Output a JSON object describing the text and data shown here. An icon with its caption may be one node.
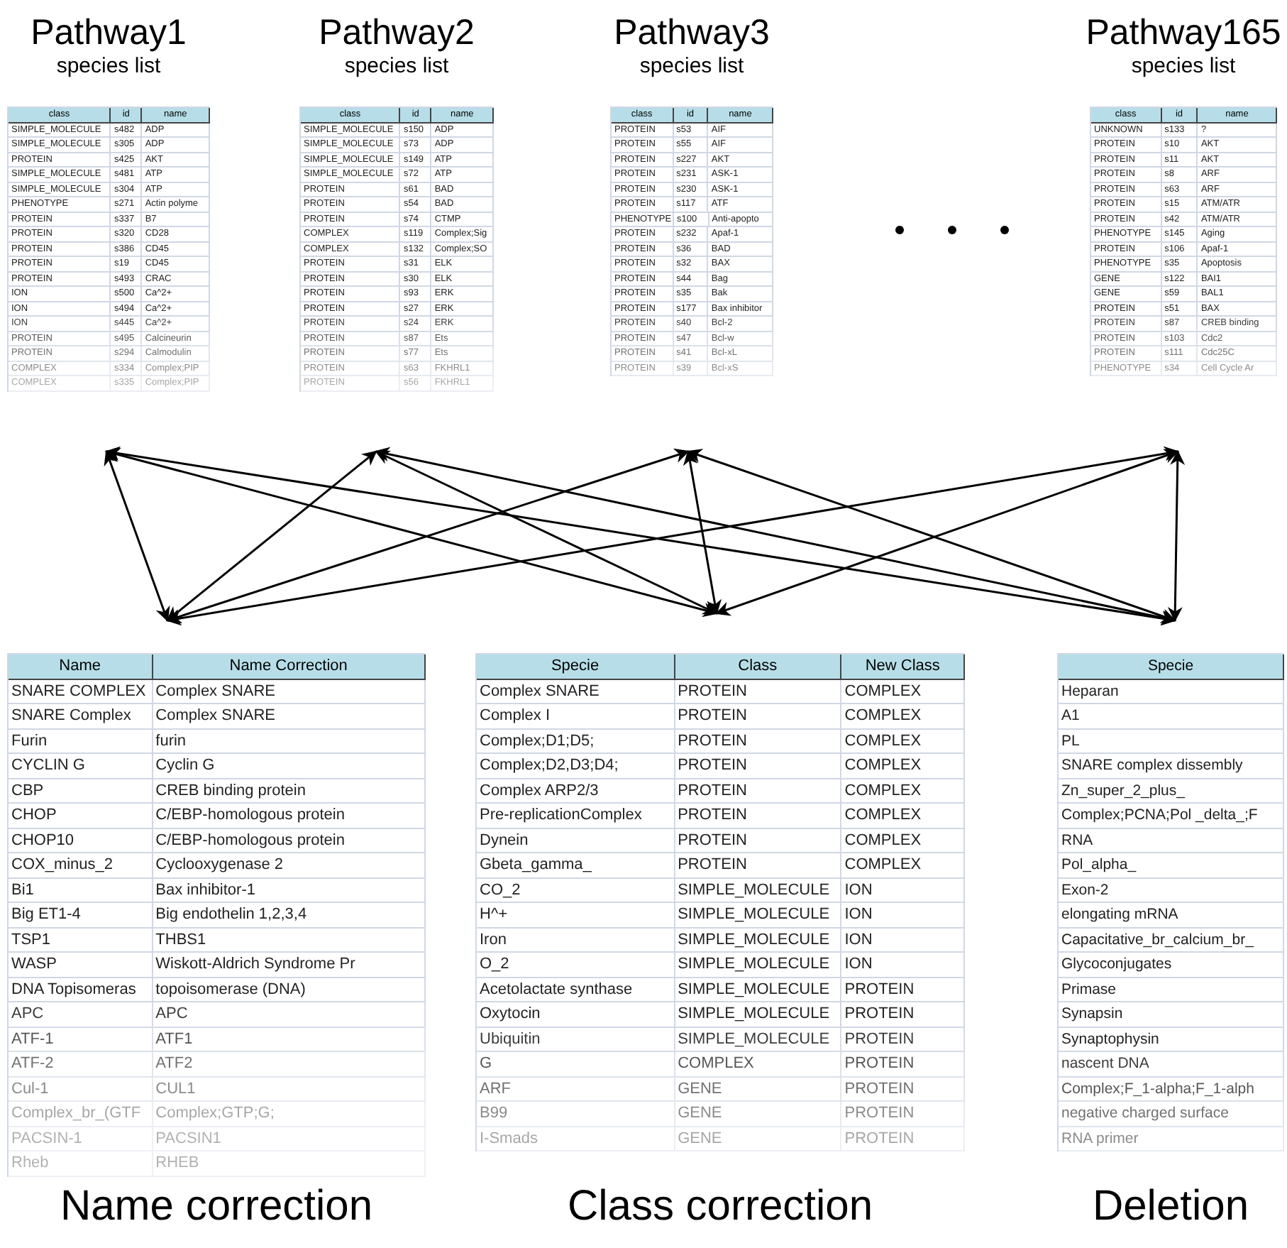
{
  "diagram": {
    "nodes": [
      {
        "text": [
          "Pathway1",
          "species list",
          "class",
          "id",
          "name",
          "SIMPLE_MOLECULE",
          "s482",
          "ADP",
          "SIMPLE_MOLECULE",
          "s305",
          "ADP",
          "PROTEIN",
          "s425",
          "AKT",
          "SIMPLE_MOLECULE",
          "s481",
          "ATP",
          "SIMPLE_MOLECULE",
          "s304",
          "ATP",
          "PHENOTYPE",
          "s271",
          "Actin polyme",
          "PROTEIN",
          "s337",
          "B7",
          "PROTEIN",
          "s320",
          "CD28",
          "PROTEIN",
          "s386",
          "CD45",
          "PROTEIN",
          "s19",
          "CD45",
          "PROTEIN",
          "s493",
          "CRAC",
          "ION",
          "s500",
          "Ca^2+",
          "ION",
          "s494",
          "Ca^2+",
          "ION",
          "s445",
          "Ca^2+",
          "PROTEIN",
          "s495",
          "Calcineurin",
          "PROTEIN",
          "s294",
          "Calmodulin",
          "COMPLEX",
          "s334",
          "Complex;PIP",
          "COMPLEX",
          "s335",
          "Complex;PIP"
        ]
      },
      {
        "text": [
          "Pathway2",
          "species list",
          "class",
          "id",
          "name",
          "SIMPLE_MOLECULE",
          "s150",
          "ADP",
          "SIMPLE_MOLECULE",
          "s73",
          "ADP",
          "SIMPLE_MOLECULE",
          "s149",
          "ATP",
          "SIMPLE_MOLECULE",
          "s72",
          "ATP",
          "PROTEIN",
          "s61",
          "BAD",
          "PROTEIN",
          "s54",
          "BAD",
          "PROTEIN",
          "s74",
          "CTMP",
          "COMPLEX",
          "s119",
          "Complex;Sig",
          "COMPLEX",
          "s132",
          "Complex;SO",
          "PROTEIN",
          "s31",
          "ELK",
          "PROTEIN",
          "s30",
          "ELK",
          "PROTEIN",
          "s93",
          "ERK",
          "PROTEIN",
          "s27",
          "ERK",
          "PROTEIN",
          "s24",
          "ERK",
          "PROTEIN",
          "s87",
          "Ets",
          "PROTEIN",
          "s77",
          "Ets",
          "PROTEIN",
          "s63",
          "FKHRL1",
          "PROTEIN",
          "s56",
          "FKHRL1"
        ]
      },
      {
        "text": [
          "Pathway3",
          "species list",
          "class",
          "id",
          "name",
          "PROTEIN",
          "s53",
          "AIF",
          "PROTEIN",
          "s55",
          "AIF",
          "PROTEIN",
          "s227",
          "AKT",
          "PROTEIN",
          "s231",
          "ASK-1",
          "PROTEIN",
          "s230",
          "ASK-1",
          "PROTEIN",
          "s117",
          "ATF",
          "PHENOTYPE",
          "s100",
          "Anti-apopto",
          "PROTEIN",
          "s232",
          "Apaf-1",
          "PROTEIN",
          "s36",
          "BAD",
          "PROTEIN",
          "s32",
          "BAX",
          "PROTEIN",
          "s44",
          "Bag",
          "PROTEIN",
          "s35",
          "Bak",
          "PROTEIN",
          "s177",
          "Bax inhibitor",
          "PROTEIN",
          "s40",
          "Bcl-2",
          "PROTEIN",
          "s47",
          "Bcl-w",
          "PROTEIN",
          "s41",
          "Bcl-xL",
          "PROTEIN",
          "s39",
          "Bcl-xS"
        ]
      },
      {
        "text": [
          "Pathway165",
          "species list",
          "class",
          "id",
          "name",
          "UNKNOWN",
          "s133",
          "?",
          "PROTEIN",
          "s10",
          "AKT",
          "PROTEIN",
          "s11",
          "AKT",
          "PROTEIN",
          "s8",
          "ARF",
          "PROTEIN",
          "s63",
          "ARF",
          "PROTEIN",
          "s15",
          "ATM/ATR",
          "PROTEIN",
          "s42",
          "ATM/ATR",
          "PHENOTYPE",
          "s145",
          "Aging",
          "PROTEIN",
          "s106",
          "Apaf-1",
          "PHENOTYPE",
          "s35",
          "Apoptosis",
          "GENE",
          "s122",
          "BAI1",
          "GENE",
          "s59",
          "BAL1",
          "PROTEIN",
          "s51",
          "BAX",
          "PROTEIN",
          "s87",
          "CREB binding",
          "PROTEIN",
          "s103",
          "Cdc2",
          "PROTEIN",
          "s111",
          "Cdc25C",
          "PHENOTYPE",
          "s34",
          "Cell Cycle Ar"
        ]
      },
      {
        "text": [
          "Name",
          "Name Correction",
          "SNARE COMPLEX",
          "Complex SNARE",
          "SNARE Complex",
          "Complex SNARE",
          "Furin",
          "furin",
          "CYCLIN G",
          "Cyclin G",
          "CBP",
          "CREB binding protein",
          "CHOP",
          "C/EBP-homologous protein",
          "CHOP10",
          "C/EBP-homologous protein",
          "COX_minus_2",
          "Cyclooxygenase 2",
          "Bi1",
          "Bax inhibitor-1",
          "Big ET1-4",
          "Big endothelin 1,2,3,4",
          "TSP1",
          "THBS1",
          "WASP",
          "Wiskott-Aldrich Syndrome Pr",
          "DNA Topisomeras",
          "topoisomerase (DNA)",
          "APC",
          "APC",
          "ATF-1",
          "ATF1",
          "ATF-2",
          "ATF2",
          "Cul-1",
          "CUL1",
          "Complex_br_(GTF",
          "Complex;GTP;G;",
          "PACSIN-1",
          "PACSIN1",
          "Rheb",
          "RHEB"
        ],
        "beside": [
          "Name correction"
        ]
      },
      {
        "text": [
          "Specie",
          "Class",
          "New Class",
          "Complex SNARE",
          "PROTEIN",
          "COMPLEX",
          "Complex I",
          "PROTEIN",
          "COMPLEX",
          "Complex;D1;D5;",
          "PROTEIN",
          "COMPLEX",
          "Complex;D2,D3;D4;",
          "PROTEIN",
          "COMPLEX",
          "Complex ARP2/3",
          "PROTEIN",
          "COMPLEX",
          "Pre-replicationComplex",
          "PROTEIN",
          "COMPLEX",
          "Dynein",
          "PROTEIN",
          "COMPLEX",
          "Gbeta_gamma_",
          "PROTEIN",
          "COMPLEX",
          "CO_2",
          "SIMPLE_MOLECULE",
          "ION",
          "H^+",
          "SIMPLE_MOLECULE",
          "ION",
          "Iron",
          "SIMPLE_MOLECULE",
          "ION",
          "O_2",
          "SIMPLE_MOLECULE",
          "ION",
          "Acetolactate synthase",
          "SIMPLE_MOLECULE",
          "PROTEIN",
          "Oxytocin",
          "SIMPLE_MOLECULE",
          "PROTEIN",
          "Ubiquitin",
          "SIMPLE_MOLECULE",
          "PROTEIN",
          "G",
          "COMPLEX",
          "PROTEIN",
          "ARF",
          "GENE",
          "PROTEIN",
          "B99",
          "GENE",
          "PROTEIN",
          "I-Smads",
          "GENE",
          "PROTEIN"
        ],
        "beside": [
          "Class correction"
        ]
      },
      {
        "text": [
          "Specie",
          "Heparan",
          "A1",
          "PL",
          "SNARE complex dissembly",
          "Zn_super_2_plus_",
          "Complex;PCNA;Pol _delta_;F",
          "RNA",
          "Pol_alpha_",
          "Exon-2",
          "elongating mRNA",
          "Capacitative_br_calcium_br_",
          "Glycoconjugates",
          "Primase",
          "Synapsin",
          "Synaptophysin",
          "nascent DNA",
          "Complex;F_1-alpha;F_1-alph",
          "negative charged surface",
          "RNA primer"
        ],
        "beside": [
          "Deletion"
        ]
      }
    ],
    "edges": [
      {
        "from": 0,
        "to": 4,
        "arrow": "both"
      },
      {
        "from": 0,
        "to": 5,
        "arrow": "both"
      },
      {
        "from": 0,
        "to": 6,
        "arrow": "both"
      },
      {
        "from": 1,
        "to": 4,
        "arrow": "both"
      },
      {
        "from": 1,
        "to": 5,
        "arrow": "both"
      },
      {
        "from": 1,
        "to": 6,
        "arrow": "both"
      },
      {
        "from": 2,
        "to": 4,
        "arrow": "both"
      },
      {
        "from": 2,
        "to": 5,
        "arrow": "both"
      },
      {
        "from": 2,
        "to": 6,
        "arrow": "both"
      },
      {
        "from": 3,
        "to": 4,
        "arrow": "both"
      },
      {
        "from": 3,
        "to": 5,
        "arrow": "both"
      },
      {
        "from": 3,
        "to": 6,
        "arrow": "both"
      }
    ]
  }
}
